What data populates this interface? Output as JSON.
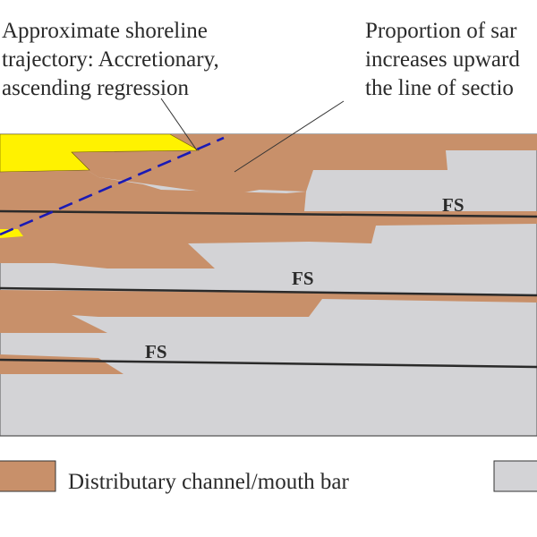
{
  "annotations": {
    "shoreline": [
      "Approximate shoreline",
      "trajectory: Accretionary,",
      "ascending regression"
    ],
    "proportion": [
      "Proportion of sar",
      "increases upward",
      "the line of sectio"
    ]
  },
  "surfaces": [
    {
      "label": "FS"
    },
    {
      "label": "FS"
    },
    {
      "label": "FS"
    }
  ],
  "legend": {
    "items": [
      {
        "label": "Distributary channel/mouth bar",
        "color": "#c8906a"
      },
      {
        "label": "",
        "color": "#d3d3d6"
      }
    ]
  },
  "colors": {
    "channel": "#c8906a",
    "prodelta": "#d3d3d6",
    "shoreface": "#fff200",
    "trajectory": "#1a1ab5",
    "surface_line": "#2a2a2a"
  }
}
